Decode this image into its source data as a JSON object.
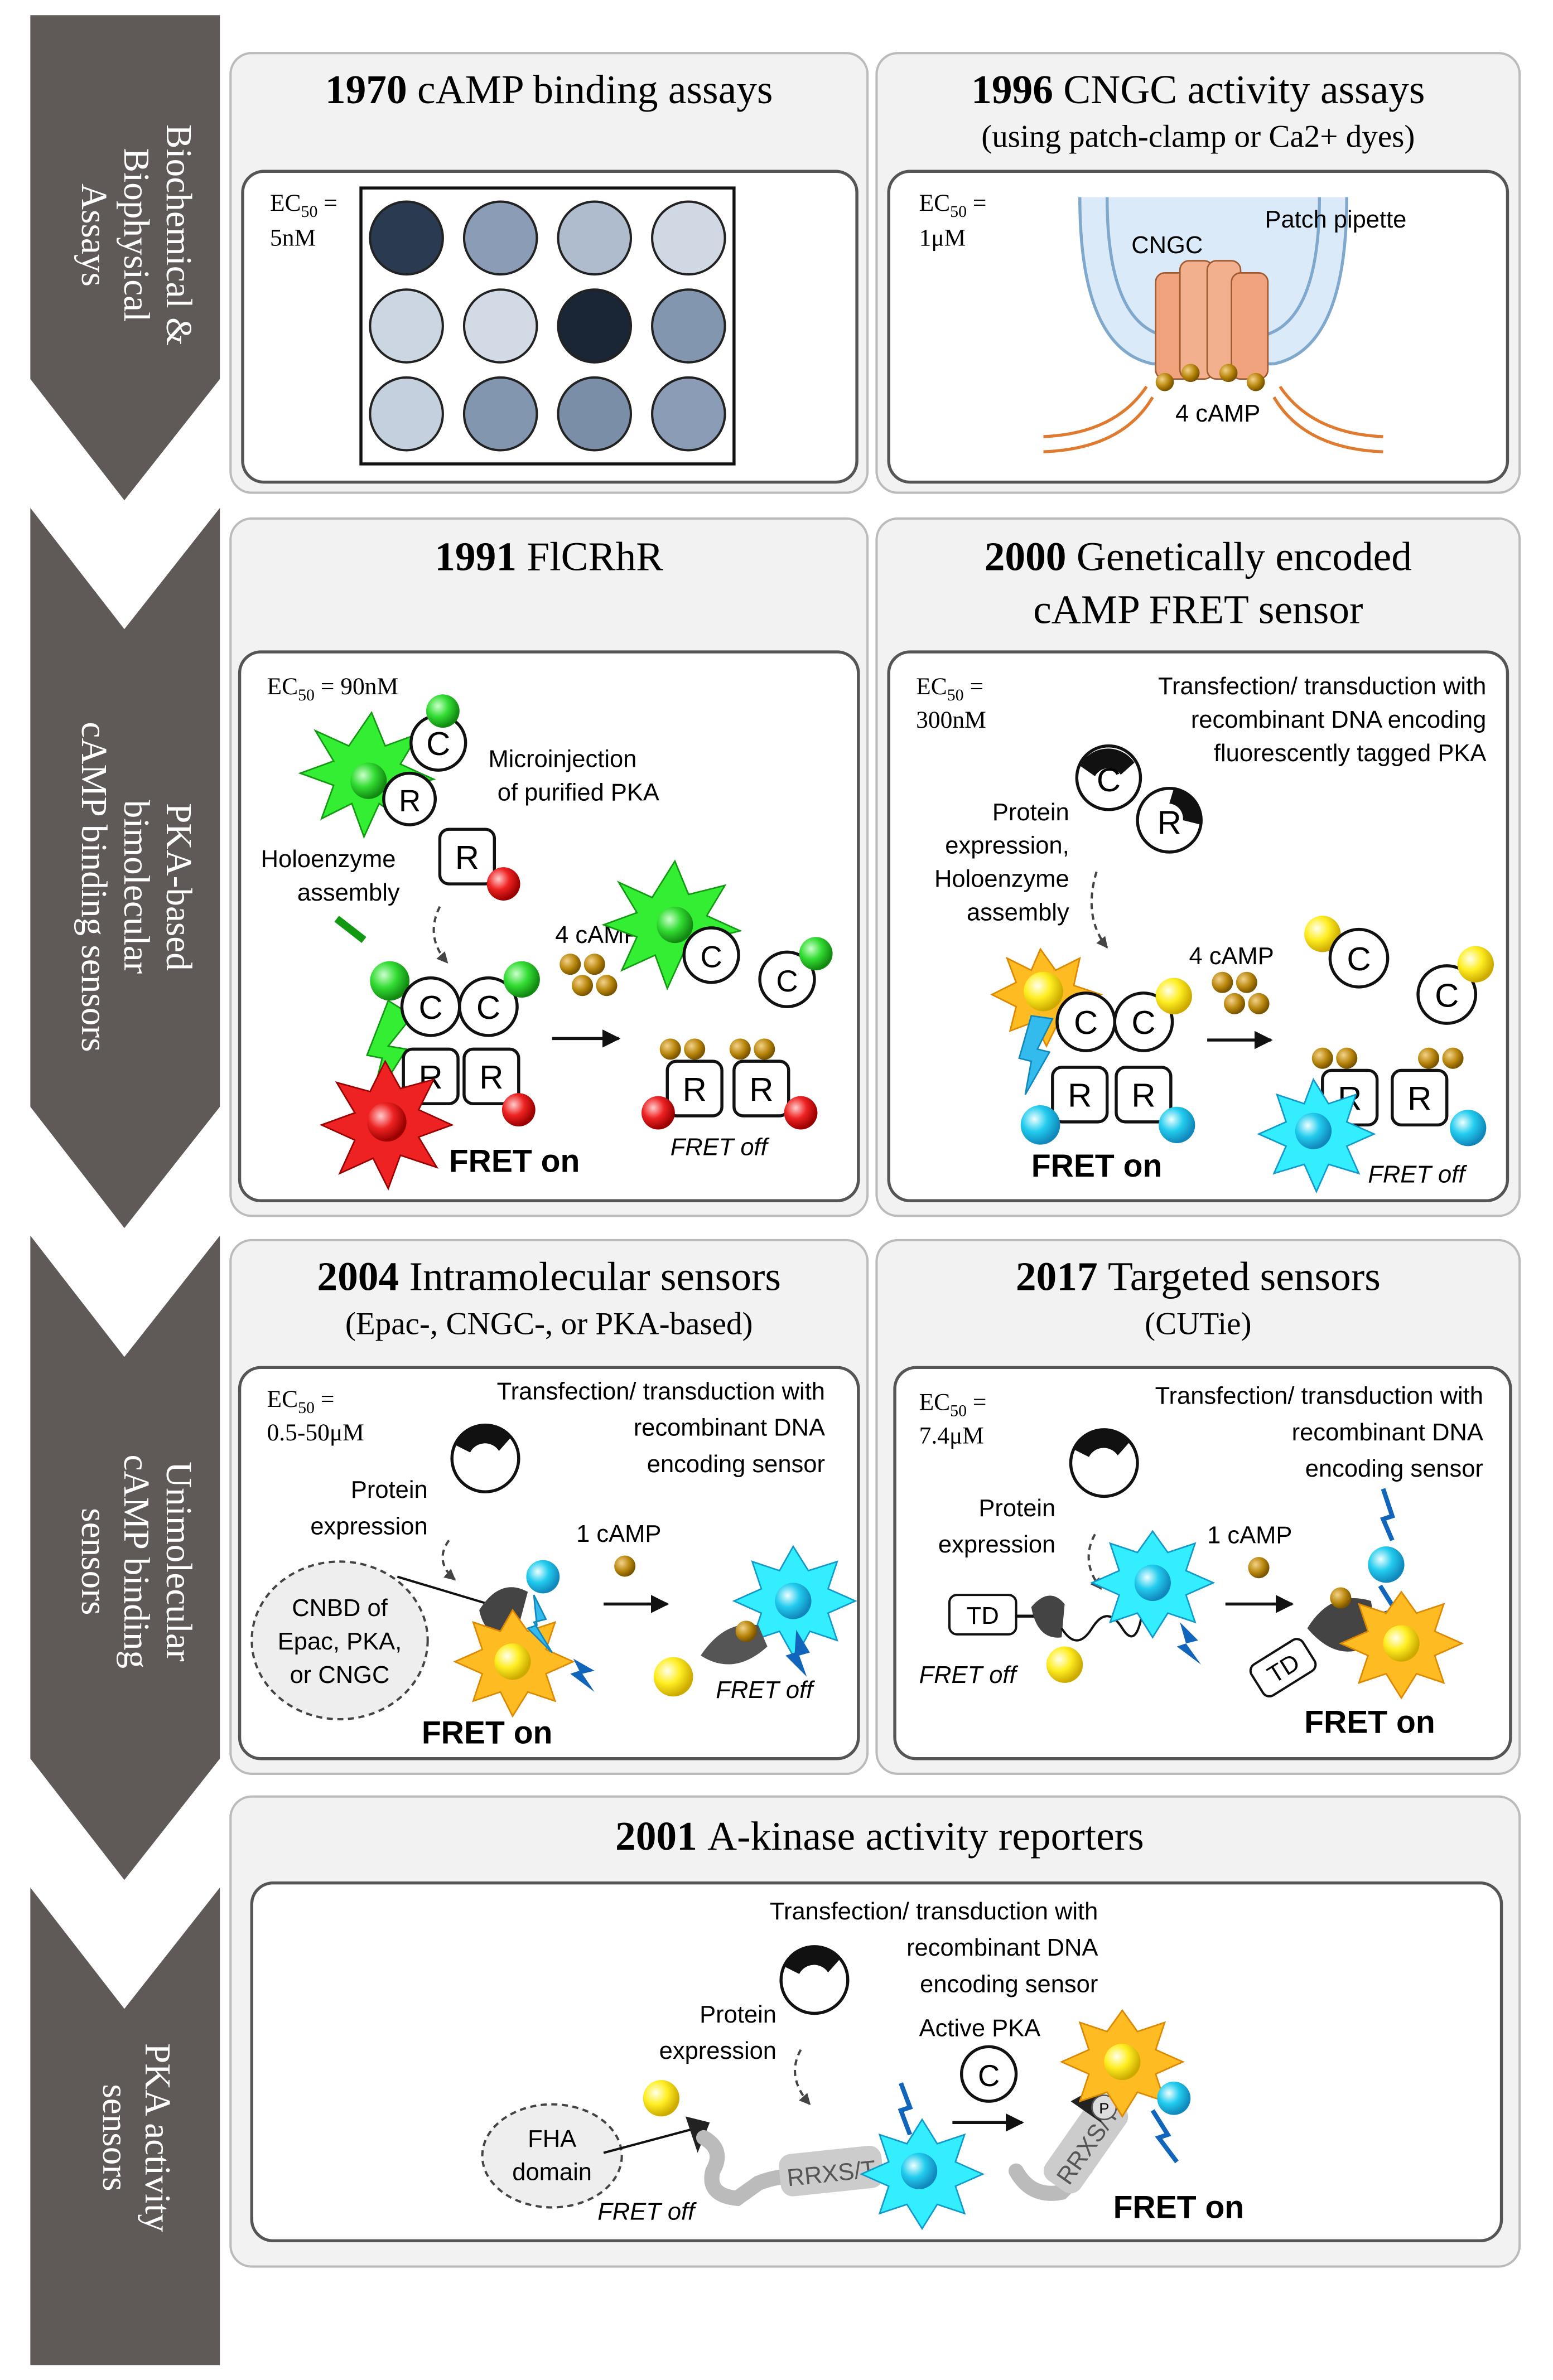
{
  "stages": [
    {
      "lines": [
        "Biochemical &",
        "Biophysical",
        "Assays"
      ]
    },
    {
      "lines": [
        "PKA-based",
        "bimolecular",
        "cAMP binding sensors"
      ]
    },
    {
      "lines": [
        "Unimolecular",
        "cAMP binding",
        "sensors"
      ]
    },
    {
      "lines": [
        "PKA activity",
        "sensors"
      ]
    }
  ],
  "panels": {
    "p1970": {
      "year": "1970",
      "title": "cAMP binding assays",
      "ec50": "EC",
      "ec50_sub": "50",
      "ec50_tail": " =",
      "ec50_value": "5nM"
    },
    "p1996": {
      "year": "1996",
      "title": "CNGC activity assays",
      "subtitle": "(using patch-clamp or Ca2+ dyes)",
      "ec50": "EC",
      "ec50_sub": "50",
      "ec50_tail": " =",
      "ec50_value": "1μM",
      "label_cngc": "CNGC",
      "label_pipette": "Patch pipette",
      "label_camp": "4 cAMP"
    },
    "p1991": {
      "year": "1991",
      "title": "FlCRhR",
      "ec50": "EC",
      "ec50_sub": "50",
      "ec50_tail": " = 90nM",
      "label_microinjection_1": "Microinjection",
      "label_microinjection_2": "of purified PKA",
      "label_holoenzyme_1": "Holoenzyme",
      "label_holoenzyme_2": "assembly",
      "label_camp": "4 cAMP",
      "fret_on": "FRET on",
      "fret_off": "FRET off"
    },
    "p2000": {
      "year": "2000",
      "title_1": "Genetically encoded",
      "title_2": "cAMP FRET sensor",
      "ec50": "EC",
      "ec50_sub": "50",
      "ec50_tail": " =",
      "ec50_value": "300nM",
      "transfection_1": "Transfection/ transduction with",
      "transfection_2": "recombinant DNA encoding",
      "transfection_3": "fluorescently tagged PKA",
      "protein_1": "Protein",
      "protein_2": "expression,",
      "protein_3": "Holoenzyme",
      "protein_4": "assembly",
      "label_camp": "4 cAMP",
      "fret_on": "FRET on",
      "fret_off": "FRET off"
    },
    "p2004": {
      "year": "2004",
      "title": "Intramolecular sensors",
      "subtitle": "(Epac-, CNGC-, or PKA-based)",
      "ec50": "EC",
      "ec50_sub": "50",
      "ec50_tail": " =",
      "ec50_value": "0.5-50μM",
      "transfection_1": "Transfection/ transduction with",
      "transfection_2": "recombinant DNA",
      "transfection_3": "encoding sensor",
      "protein_1": "Protein",
      "protein_2": "expression",
      "cnbd_1": "CNBD of",
      "cnbd_2": "Epac, PKA,",
      "cnbd_3": "or CNGC",
      "label_camp": "1 cAMP",
      "fret_on": "FRET on",
      "fret_off": "FRET off"
    },
    "p2017": {
      "year": "2017",
      "title": "Targeted sensors",
      "subtitle": "(CUTie)",
      "ec50": "EC",
      "ec50_sub": "50",
      "ec50_tail": " =",
      "ec50_value": "7.4μM",
      "transfection_1": "Transfection/ transduction with",
      "transfection_2": "recombinant DNA",
      "transfection_3": "encoding sensor",
      "protein_1": "Protein",
      "protein_2": "expression",
      "td": "TD",
      "label_camp": "1 cAMP",
      "fret_on": "FRET on",
      "fret_off": "FRET off"
    },
    "p2001": {
      "year": "2001",
      "title": "A-kinase activity reporters",
      "transfection_1": "Transfection/ transduction with",
      "transfection_2": "recombinant DNA",
      "transfection_3": "encoding sensor",
      "protein_1": "Protein",
      "protein_2": "expression",
      "fha_1": "FHA",
      "fha_2": "domain",
      "active_pka": "Active PKA",
      "motif": "RRXS/T",
      "p_label": "P",
      "fret_on": "FRET on",
      "fret_off": "FRET off"
    }
  },
  "letters": {
    "c": "C",
    "r": "R"
  },
  "colors": {
    "arrow": "#5f5a57",
    "panel_bg": "#f2f2f2",
    "green": "#22cc22",
    "red": "#dd1111",
    "yellow": "#ffee00",
    "cyan": "#22ccee",
    "orange": "#ffaa00",
    "gold": "#b8860b",
    "cngc": "#f0a37c"
  },
  "plate_shades": [
    [
      "#2a3a50",
      "#8a9cb6",
      "#aebcce",
      "#d0d8e4"
    ],
    [
      "#ccd6e2",
      "#d2dae6",
      "#1a2535",
      "#8296b0"
    ],
    [
      "#c4d0de",
      "#8296b0",
      "#7a8ea8",
      "#8a9cb6"
    ]
  ]
}
